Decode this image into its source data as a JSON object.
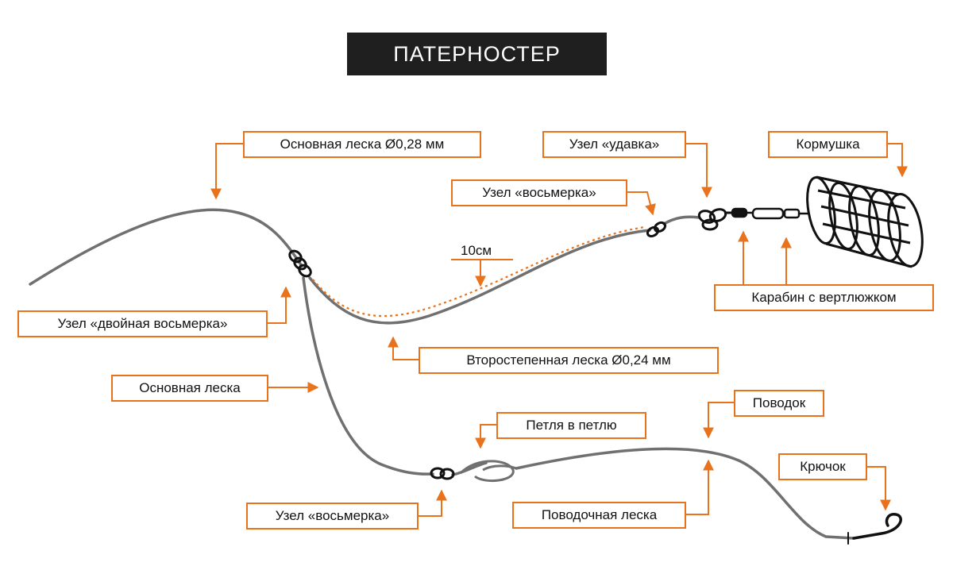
{
  "title": "ПАТЕРНОСТЕР",
  "labels": {
    "main_line_diam": "Основная леска Ø0,28 мм",
    "knot_udavka": "Узел «удавка»",
    "feeder": "Кормушка",
    "knot_figure8_top": "Узел «восьмерка»",
    "measure_10cm": "10см",
    "snap_swivel": "Карабин с вертлюжком",
    "knot_double_figure8": "Узел «двойная восьмерка»",
    "secondary_line": "Второстепенная леска Ø0,24 мм",
    "main_line": "Основная леска",
    "loop_to_loop": "Петля в петлю",
    "leader": "Поводок",
    "hook": "Крючок",
    "knot_figure8_bottom": "Узел «восьмерка»",
    "leader_line": "Поводочная леска"
  },
  "colors": {
    "accent": "#e8731c",
    "line": "#707070",
    "title_bg": "#1f1f1f",
    "knot": "#111111"
  }
}
